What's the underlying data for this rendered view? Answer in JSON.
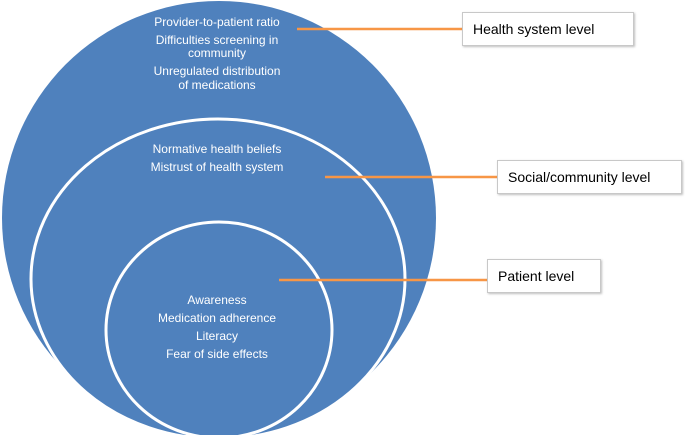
{
  "colors": {
    "circle_fill": "#4f81bd",
    "circle_stroke": "#ffffff",
    "connector": "#f79646",
    "circle_text": "#ffffff"
  },
  "levels": {
    "health_system": {
      "label": "Health system level",
      "items": [
        "Provider-to-patient ratio",
        "Difficulties screening in",
        "community",
        "Unregulated distribution",
        "of medications"
      ]
    },
    "social_community": {
      "label": "Social/community level",
      "items": [
        "Normative health beliefs",
        "Mistrust of health system"
      ]
    },
    "patient": {
      "label": "Patient level",
      "items": [
        "Awareness",
        "Medication adherence",
        "Literacy",
        "Fear of side effects"
      ]
    }
  }
}
